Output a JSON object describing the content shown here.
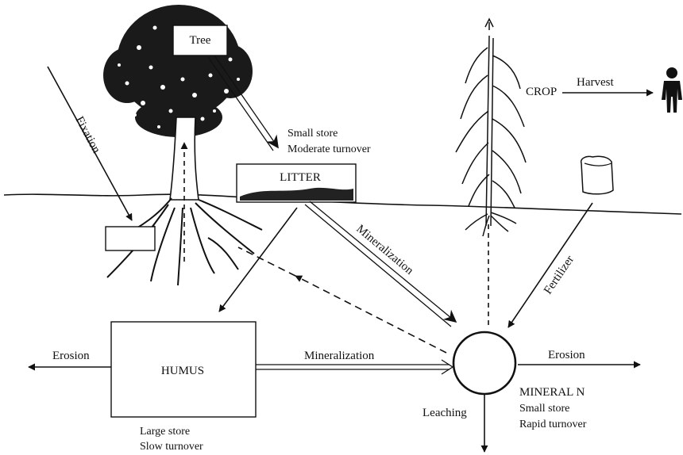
{
  "labels": {
    "tree": "Tree",
    "litter": "LITTER",
    "litter_store_1": "Small store",
    "litter_store_2": "Moderate  turnover",
    "crop": "CROP",
    "harvest": "Harvest",
    "fixation": "Fixation",
    "mineralization_litter": "Mineralization",
    "fertilizer": "Fertilizer",
    "humus": "HUMUS",
    "humus_store_1": "Large store",
    "humus_store_2": "Slow turnover",
    "mineralization_humus": "Mineralization",
    "erosion_left": "Erosion",
    "erosion_right": "Erosion",
    "leaching": "Leaching",
    "mineral_title": "MINERAL  N",
    "mineral_store_1": "Small store",
    "mineral_store_2": "Rapid  turnover"
  },
  "icons": {
    "person": "person-icon",
    "fertilizer_bag": "fertilizer-bag-icon",
    "tree": "tree-icon",
    "crop_plant": "corn-plant-icon"
  },
  "colors": {
    "ink": "#111111",
    "background": "#ffffff"
  }
}
